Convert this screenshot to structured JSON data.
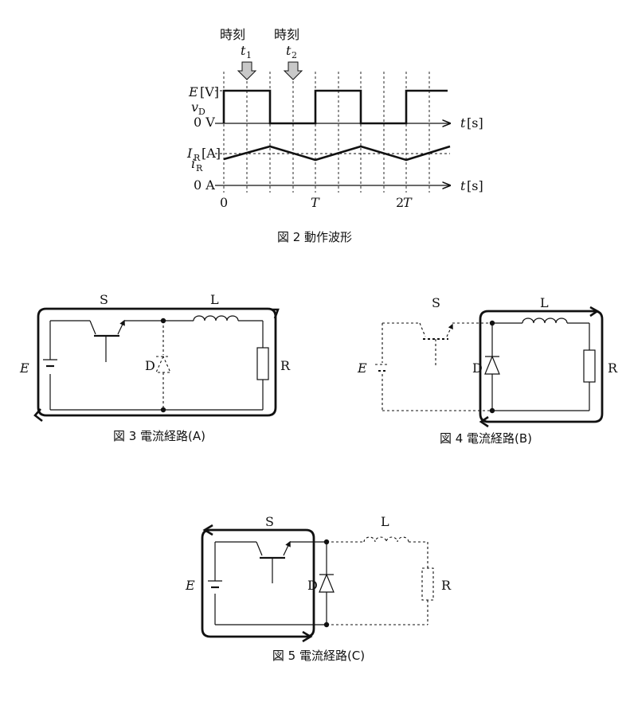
{
  "fig2": {
    "time_label": "時刻",
    "t1_label": "t",
    "t1_sub": "1",
    "t2_label": "t",
    "t2_sub": "2",
    "vd_label": "v",
    "vd_sub": "D",
    "ir_label": "i",
    "ir_sub": "R",
    "E_label": "E",
    "E_unit": "[V]",
    "zeroV_label": "0 V",
    "IR_label": "I",
    "IR_sub": "R",
    "IR_unit": "[A]",
    "zeroA_label": "0 A",
    "t_axis_label": "t",
    "t_axis_unit": "[s]",
    "x0_label": "0",
    "xT_label": "T",
    "x2T_prefix": "2",
    "x2T_label": "T",
    "caption": "図 2 動作波形"
  },
  "fig3": {
    "S": "S",
    "L": "L",
    "E": "E",
    "D": "D",
    "R": "R",
    "caption": "図 3 電流経路(A)"
  },
  "fig4": {
    "S": "S",
    "L": "L",
    "E": "E",
    "D": "D",
    "R": "R",
    "caption": "図 4 電流経路(B)"
  },
  "fig5": {
    "S": "S",
    "L": "L",
    "E": "E",
    "D": "D",
    "R": "R",
    "caption": "図 5 電流経路(C)"
  }
}
